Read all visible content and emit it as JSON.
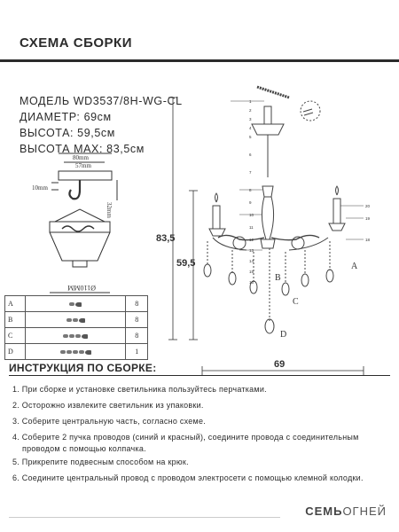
{
  "header": {
    "title": "СХЕМА СБОРКИ"
  },
  "specs": {
    "model": "МОДЕЛЬ WD3537/8H-WG-CL",
    "diameter": "ДИАМЕТР: 69см",
    "height": "ВЫСОТА: 59,5см",
    "height_max": "ВЫСОТА MAX: 83,5см"
  },
  "hook_diagram": {
    "dim_80": "80mm",
    "dim_57": "57mm",
    "dim_10": "10mm",
    "dim_32": "32mm"
  },
  "canopy_diagram": {
    "dim_110": "Ø110MM"
  },
  "dimensions": {
    "height_max": "83,5",
    "height": "59,5",
    "width": "69"
  },
  "part_labels": {
    "A": "A",
    "B": "B",
    "C": "C",
    "D": "D"
  },
  "side_numbers": [
    "1",
    "2",
    "3",
    "4",
    "5",
    "6",
    "7",
    "8",
    "9",
    "10",
    "11",
    "12",
    "13",
    "14",
    "15",
    "16",
    "17",
    "18",
    "19",
    "20"
  ],
  "parts_table": [
    {
      "letter": "A",
      "qty": "8"
    },
    {
      "letter": "B",
      "qty": "8"
    },
    {
      "letter": "C",
      "qty": "8"
    },
    {
      "letter": "D",
      "qty": "1"
    }
  ],
  "instructions": {
    "title": "ИНСТРУКЦИЯ ПО СБОРКЕ:",
    "items": [
      "1. При сборке и установке светильника пользуйтесь перчатками.",
      "2. Осторожно извлеките светильник из упаковки.",
      "3. Соберите центральную часть, согласно схеме.",
      "4. Соберите 2 пучка проводов (синий и красный), соедините провода с соединительным",
      "    проводом с помощью колпачка.",
      "5. Прикрепите подвесным способом  на крюк.",
      "6. Соедините центральный провод с проводом электросети с помощью клемной колодки."
    ]
  },
  "brand": {
    "part1": "СЕМЬ",
    "part2": "ОГНЕЙ"
  }
}
